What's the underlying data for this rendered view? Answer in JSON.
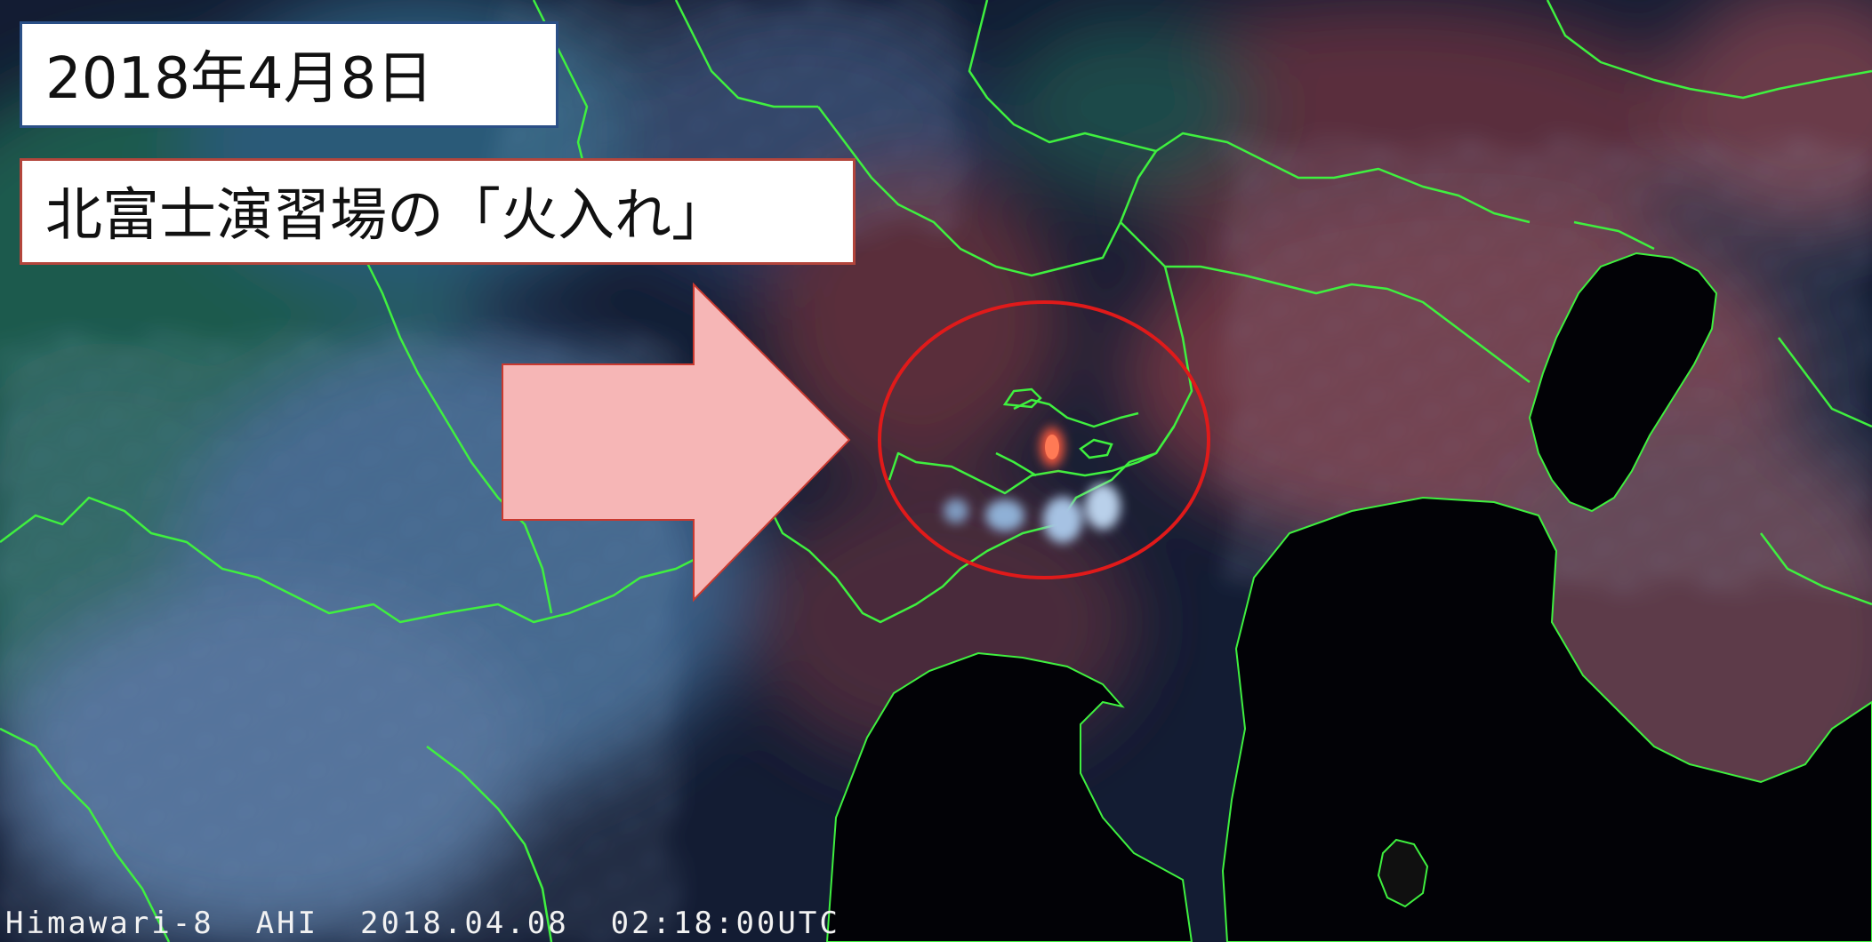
{
  "image": {
    "date_label": "2018年4月8日",
    "title_label": "北富士演習場の「火入れ」",
    "satellite_caption": "Himawari-8  AHI  2018.04.08  02:18:00UTC",
    "colors": {
      "border_lines": "#3ff03f",
      "arrow_fill": "#f6b6b6",
      "arrow_edge": "#c9392f",
      "highlight_circle": "#e01a1a",
      "hotspot": "#ff5a3c",
      "date_box_border": "#2a4f86",
      "title_box_border": "#b3453c"
    }
  }
}
